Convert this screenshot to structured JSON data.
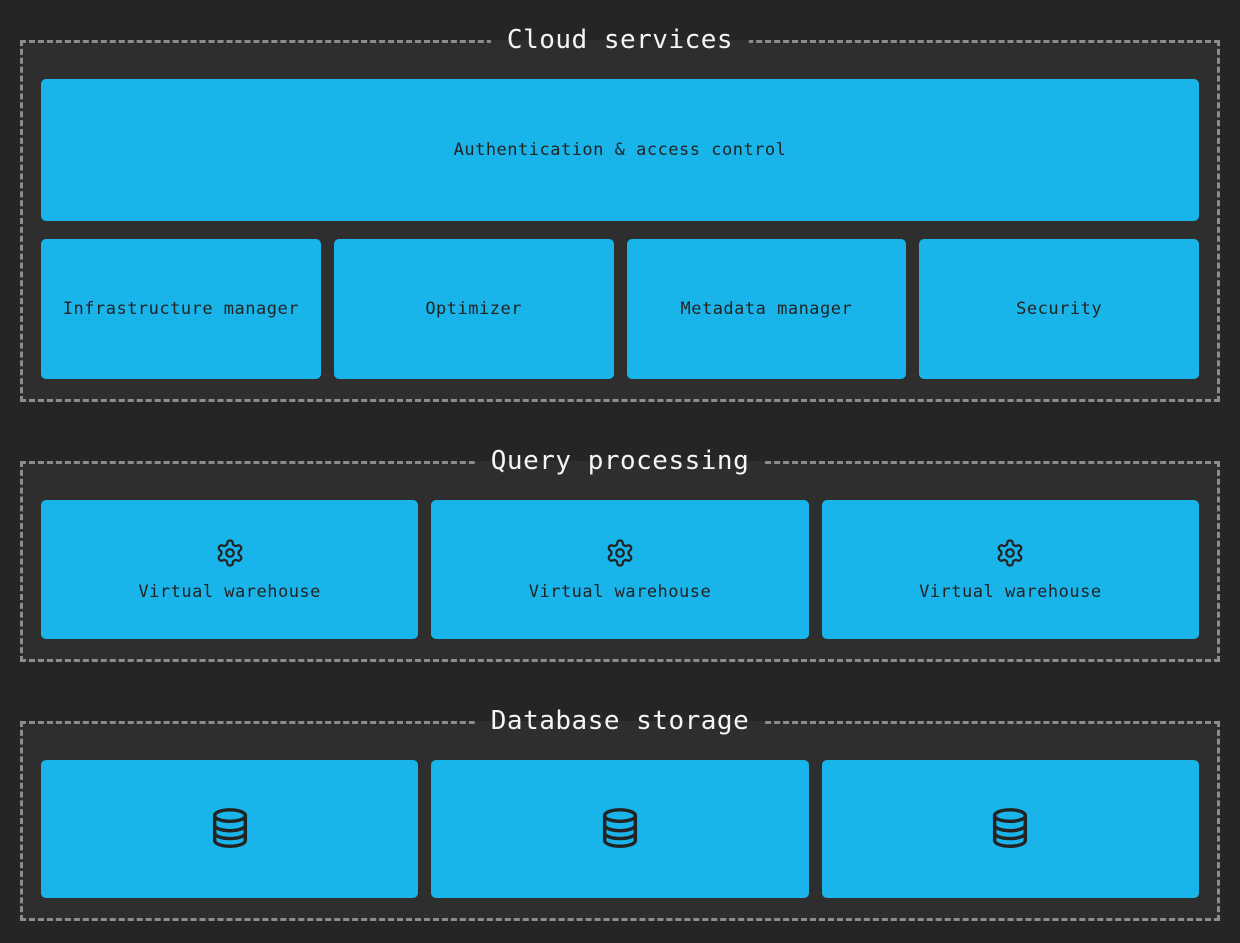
{
  "diagram": {
    "colors": {
      "page_background": "#252525",
      "section_background": "#2e2e2e",
      "section_border": "#8c8c8c",
      "box_fill": "#19b5ea",
      "box_text": "#232323",
      "title_text": "#f5f5f5"
    },
    "sections": {
      "cloud": {
        "title": "Cloud services",
        "auth_box": {
          "label": "Authentication & access control"
        },
        "boxes": [
          {
            "label": "Infrastructure manager"
          },
          {
            "label": "Optimizer"
          },
          {
            "label": "Metadata manager"
          },
          {
            "label": "Security"
          }
        ]
      },
      "query": {
        "title": "Query processing",
        "boxes": [
          {
            "icon": "gear-icon",
            "label": "Virtual warehouse"
          },
          {
            "icon": "gear-icon",
            "label": "Virtual warehouse"
          },
          {
            "icon": "gear-icon",
            "label": "Virtual warehouse"
          }
        ]
      },
      "storage": {
        "title": "Database storage",
        "boxes": [
          {
            "icon": "database-icon"
          },
          {
            "icon": "database-icon"
          },
          {
            "icon": "database-icon"
          }
        ]
      }
    }
  }
}
